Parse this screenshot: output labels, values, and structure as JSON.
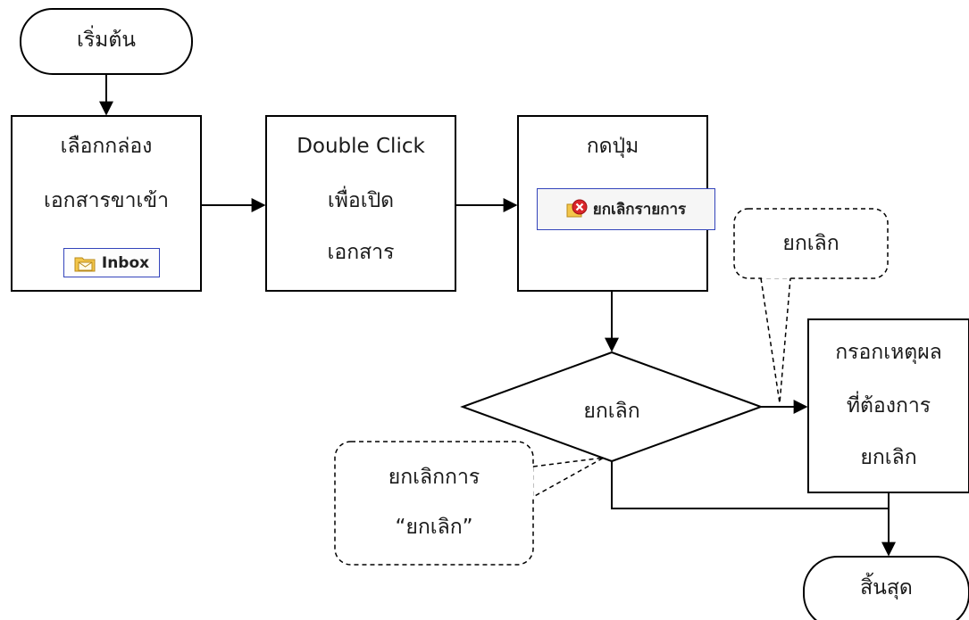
{
  "start": {
    "label": "เริ่มต้น"
  },
  "end": {
    "label": "สิ้นสุด"
  },
  "steps": [
    {
      "lines": [
        "เลือกกล่อง",
        "เอกสารขาเข้า"
      ],
      "button": {
        "label": "Inbox",
        "icon": "folder-envelope-icon"
      }
    },
    {
      "lines": [
        "Double Click",
        "เพื่อเปิด",
        "เอกสาร"
      ]
    },
    {
      "lines": [
        "กดปุ่ม"
      ],
      "button": {
        "label": "ยกเลิกรายการ",
        "icon": "cancel-circle-icon"
      }
    },
    {
      "lines": [
        "กรอกเหตุผล",
        "ที่ต้องการ",
        "ยกเลิก"
      ]
    }
  ],
  "decision": {
    "label": "ยกเลิก"
  },
  "callouts": {
    "yes": {
      "label": "ยกเลิก"
    },
    "no": {
      "lines": [
        "ยกเลิกการ",
        "“ยกเลิก”"
      ]
    }
  },
  "colors": {
    "stroke": "#000000",
    "button_border": "#3344bb",
    "cancel_red": "#d9262b",
    "folder_yellow": "#f3c64a"
  }
}
